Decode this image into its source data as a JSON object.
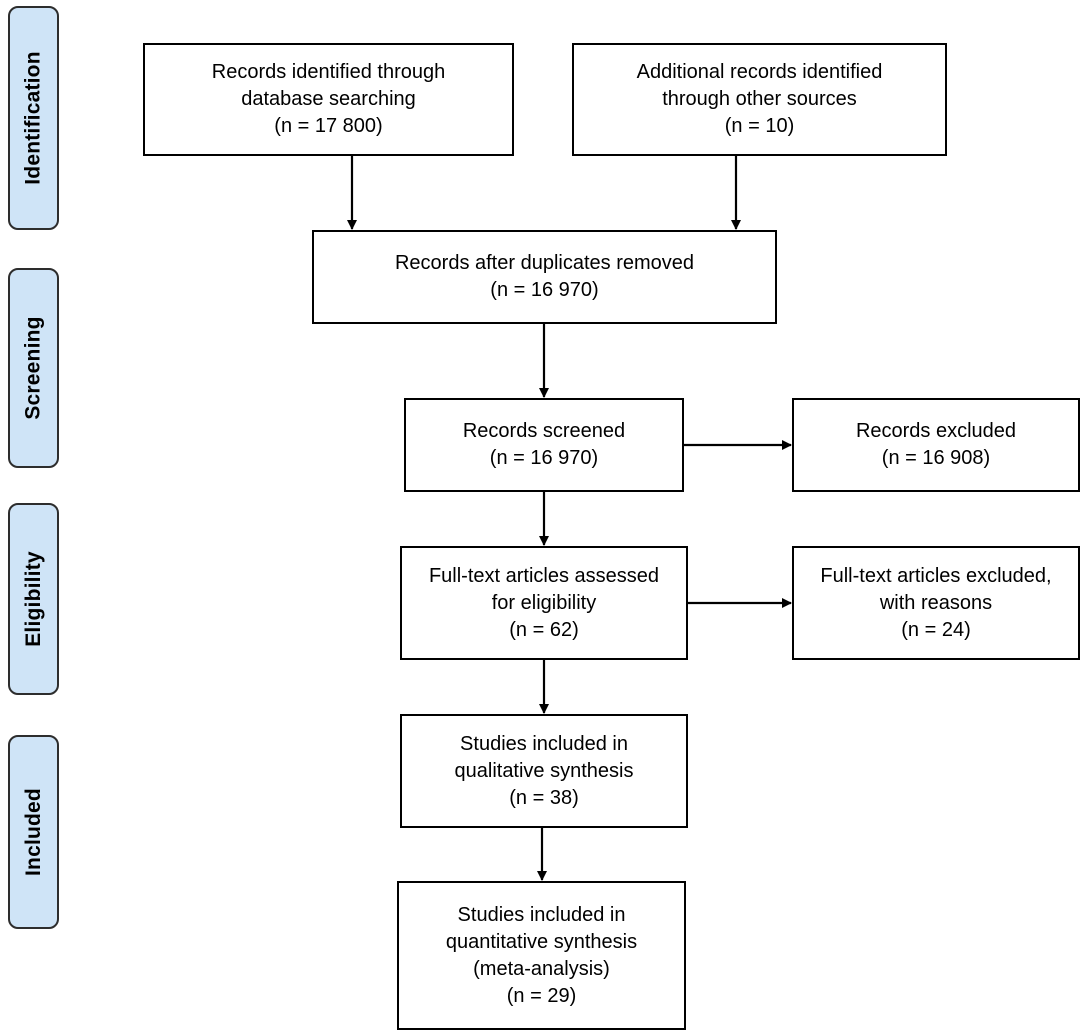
{
  "stages": {
    "identification": "Identification",
    "screening": "Screening",
    "eligibility": "Eligibility",
    "included": "Included"
  },
  "boxes": {
    "database": {
      "line1": "Records identified through",
      "line2": "database searching",
      "count": "(n = 17 800)"
    },
    "other": {
      "line1": "Additional records identified",
      "line2": "through other sources",
      "count": "(n = 10)"
    },
    "deduplicated": {
      "line1": "Records after duplicates removed",
      "count": "(n = 16 970)"
    },
    "screened": {
      "line1": "Records screened",
      "count": "(n = 16 970)"
    },
    "excluded": {
      "line1": "Records excluded",
      "count": "(n = 16 908)"
    },
    "fulltext": {
      "line1": "Full-text articles assessed",
      "line2": "for eligibility",
      "count": "(n = 62)"
    },
    "fulltext_excluded": {
      "line1": "Full-text articles excluded,",
      "line2": "with reasons",
      "count": "(n = 24)"
    },
    "qualitative": {
      "line1": "Studies included in",
      "line2": "qualitative synthesis",
      "count": "(n = 38)"
    },
    "quantitative": {
      "line1": "Studies included in",
      "line2": "quantitative synthesis",
      "line3": "(meta-analysis)",
      "count": "(n = 29)"
    }
  }
}
